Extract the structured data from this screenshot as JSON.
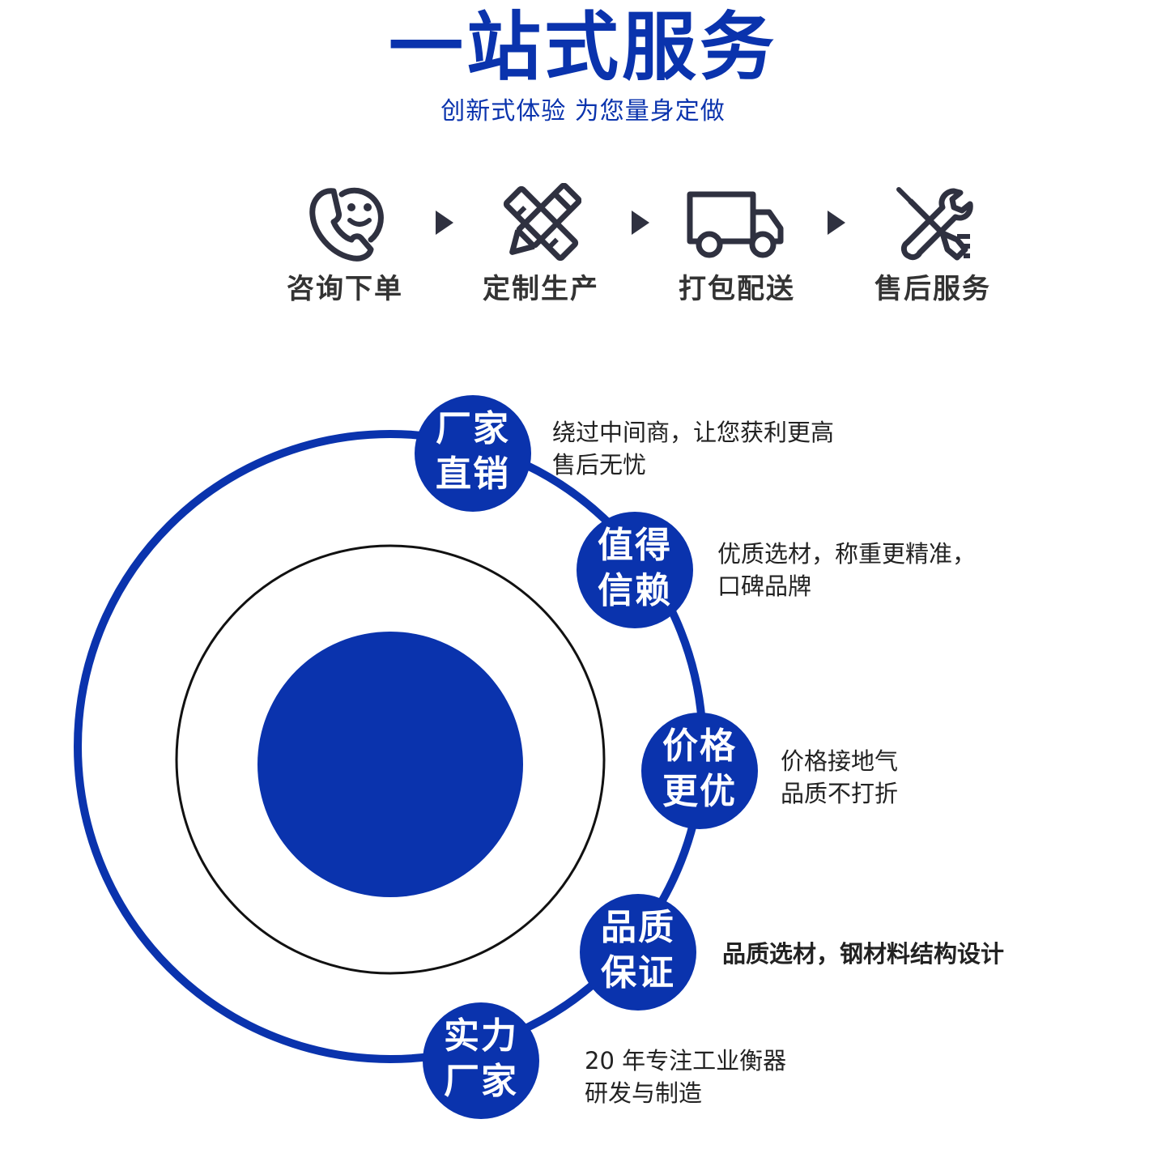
{
  "header": {
    "title": "一站式服务",
    "subtitle": "创新式体验 为您量身定做"
  },
  "steps": [
    {
      "label": "咨询下单",
      "icon": "phone-smile-icon"
    },
    {
      "label": "定制生产",
      "icon": "pencil-ruler-icon"
    },
    {
      "label": "打包配送",
      "icon": "truck-icon"
    },
    {
      "label": "售后服务",
      "icon": "tools-icon"
    }
  ],
  "features": [
    {
      "title_line1": "厂家",
      "title_line2": "直销",
      "desc_line1": "绕过中间商，让您获利更高",
      "desc_line2": "售后无忧"
    },
    {
      "title_line1": "值得",
      "title_line2": "信赖",
      "desc_line1": "优质选材，称重更精准，",
      "desc_line2": "口碑品牌"
    },
    {
      "title_line1": "价格",
      "title_line2": "更优",
      "desc_line1": "价格接地气",
      "desc_line2": "品质不打折"
    },
    {
      "title_line1": "品质",
      "title_line2": "保证",
      "desc_line1": "品质选材，钢材料结构设计",
      "desc_line2": ""
    },
    {
      "title_line1": "实力",
      "title_line2": "厂家",
      "desc_line1": "20 年专注工业衡器",
      "desc_line2": "研发与制造"
    }
  ],
  "colors": {
    "brand_blue": "#0a33ad",
    "icon_dark": "#2f3140",
    "text_dark": "#222222"
  }
}
